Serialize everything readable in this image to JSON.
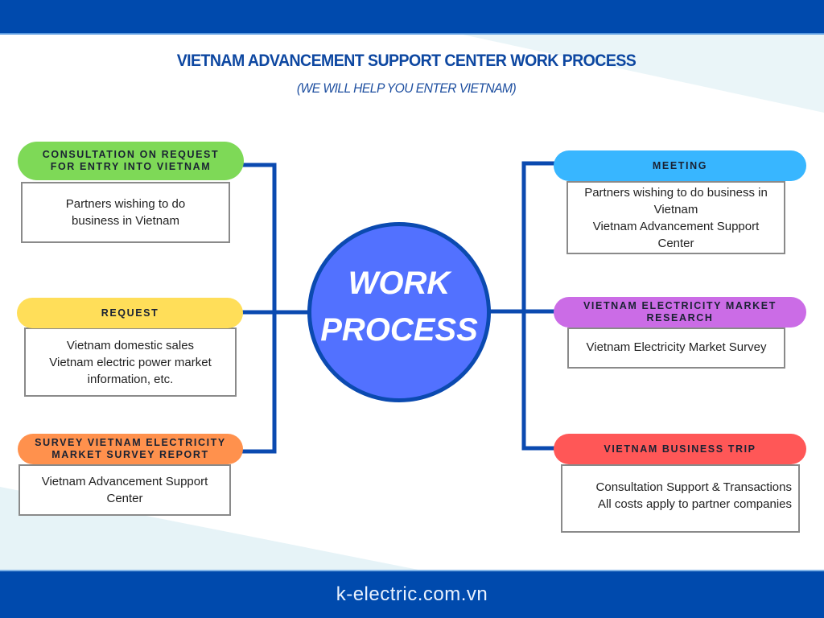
{
  "header": {
    "title": "VIETNAM ADVANCEMENT SUPPORT CENTER WORK PROCESS",
    "subtitle": "(WE WILL HELP YOU ENTER VIETNAM)"
  },
  "center": {
    "line1": "WORK",
    "line2": "PROCESS",
    "color": "#5271ff",
    "border_color": "#0b4ab0"
  },
  "left_steps": [
    {
      "title": "CONSULTATION ON REQUEST FOR ENTRY INTO VIETNAM",
      "color": "#7ed957",
      "lines": [
        "Partners wishing to do",
        "business in Vietnam"
      ]
    },
    {
      "title": "REQUEST",
      "color": "#ffde59",
      "lines": [
        "Vietnam domestic sales",
        "Vietnam electric power market",
        "information, etc."
      ]
    },
    {
      "title": "SURVEY VIETNAM ELECTRICITY MARKET SURVEY REPORT",
      "color": "#ff914d",
      "lines": [
        "Vietnam Advancement Support",
        "Center"
      ]
    }
  ],
  "right_steps": [
    {
      "title": "MEETING",
      "color": "#38b6ff",
      "lines": [
        "Partners wishing to do business in",
        "Vietnam",
        "Vietnam Advancement Support",
        "Center"
      ]
    },
    {
      "title": "VIETNAM ELECTRICITY MARKET RESEARCH",
      "color": "#cb6ce6",
      "lines": [
        "Vietnam Electricity Market Survey"
      ]
    },
    {
      "title": "VIETNAM BUSINESS TRIP",
      "color": "#ff5757",
      "lines": [
        "Consultation Support & Transactions",
        "All costs apply to partner companies"
      ]
    }
  ],
  "footer": {
    "website": "k-electric.com.vn"
  },
  "colors": {
    "brand_blue": "#004aad",
    "connector": "#0b4ab0"
  }
}
